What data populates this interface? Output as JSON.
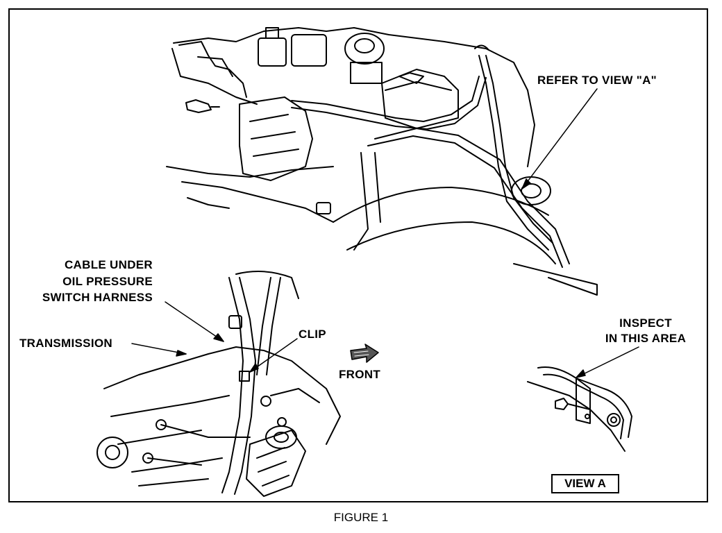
{
  "labels": {
    "refer_view": "REFER TO VIEW \"A\"",
    "cable_line1": "CABLE UNDER",
    "cable_line2": "OIL PRESSURE",
    "cable_line3": "SWITCH HARNESS",
    "transmission": "TRANSMISSION",
    "clip": "CLIP",
    "front": "FRONT",
    "inspect_line1": "INSPECT",
    "inspect_line2": "IN THIS AREA",
    "view_a": "VIEW A"
  },
  "caption": "FIGURE 1"
}
